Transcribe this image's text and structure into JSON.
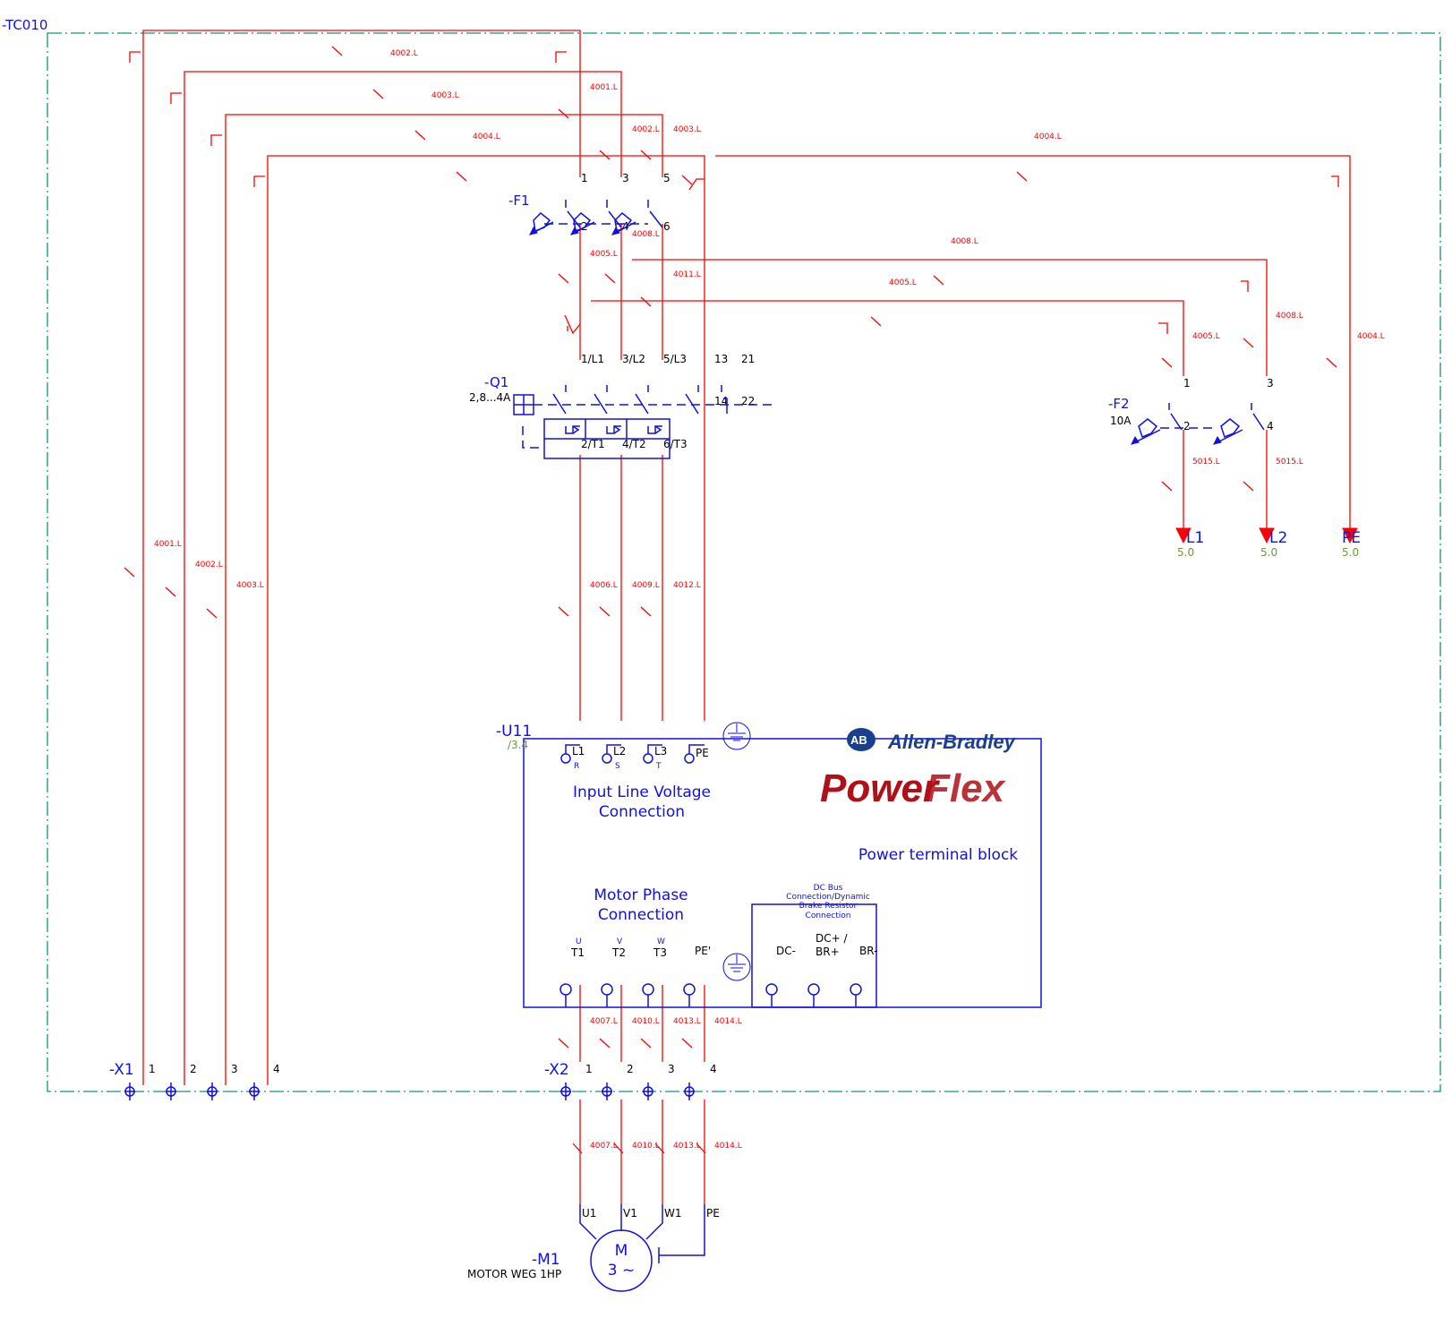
{
  "enclosure": {
    "label": "-TC010"
  },
  "wire_labels": {
    "w4002_top": "4002.L",
    "w4003_top": "4003.L",
    "w4004_top": "4004.L",
    "w4001_drop": "4001.L",
    "w4002_drop": "4002.L",
    "w4003_drop": "4003.L",
    "w4004_right": "4004.L",
    "w4004_pe": "4004.L",
    "w4008_a": "4008.L",
    "w4008_b": "4008.L",
    "w4008_c": "4008.L",
    "w4005_a": "4005.L",
    "w4005_b": "4005.L",
    "w4005_c": "4005.L",
    "w4011": "4011.L",
    "w5015_a": "5015.L",
    "w5015_b": "5015.L",
    "w4001_left": "4001.L",
    "w4002_left": "4002.L",
    "w4003_left": "4003.L",
    "w4006": "4006.L",
    "w4009": "4009.L",
    "w4012": "4012.L",
    "w4007_a": "4007.L",
    "w4010_a": "4010.L",
    "w4013_a": "4013.L",
    "w4014_a": "4014.L",
    "w4007_b": "4007.L",
    "w4010_b": "4010.L",
    "w4013_b": "4013.L",
    "w4014_b": "4014.L"
  },
  "f1": {
    "tag": "-F1",
    "t1": "1",
    "t3": "3",
    "t5": "5",
    "t2": "2",
    "t4": "4",
    "t6": "6"
  },
  "q1": {
    "tag": "-Q1",
    "rating": "2,8...4A",
    "l1": "1/L1",
    "l2": "3/L2",
    "l3": "5/L3",
    "a13": "13",
    "a21": "21",
    "a14": "14",
    "a22": "22",
    "t1": "2/T1",
    "t2": "4/T2",
    "t3": "6/T3"
  },
  "f2": {
    "tag": "-F2",
    "rating": "10A",
    "t1": "1",
    "t3": "3",
    "t2": "2",
    "t4": "4"
  },
  "outputs": [
    {
      "name": "L1",
      "ref": "5.0"
    },
    {
      "name": "L2",
      "ref": "5.0"
    },
    {
      "name": "PE",
      "ref": "5.0"
    }
  ],
  "drive": {
    "tag": "-U11",
    "ref": "/3.4",
    "brand": "Allen-Bradley",
    "logo_text": "AB",
    "product": "Power",
    "product2": "Flex",
    "in_l1": "L1",
    "in_l2": "L2",
    "in_l3": "L3",
    "in_pe": "PE",
    "in_r": "R",
    "in_s": "S",
    "in_t": "T",
    "input_title1": "Input Line Voltage",
    "input_title2": "Connection",
    "block_title": "Power terminal block",
    "motor_title1": "Motor Phase",
    "motor_title2": "Connection",
    "out_u": "U",
    "out_v": "V",
    "out_w": "W",
    "out_t1": "T1",
    "out_t2": "T2",
    "out_t3": "T3",
    "out_pe": "PE'",
    "dc_title1": "DC Bus",
    "dc_title2": "Connection/Dynamic",
    "dc_title3": "Brake Resistor",
    "dc_title4": "Connection",
    "dc_minus": "DC-",
    "dc_plus1": "DC+ /",
    "dc_plus2": "BR+",
    "br_minus": "BR-"
  },
  "x1": {
    "tag": "-X1",
    "terminals": [
      "1",
      "2",
      "3",
      "4"
    ]
  },
  "x2": {
    "tag": "-X2",
    "terminals": [
      "1",
      "2",
      "3",
      "4"
    ]
  },
  "motor": {
    "tag": "-M1",
    "desc": "MOTOR WEG 1HP",
    "m": "M",
    "phase": "3 ~",
    "u1": "U1",
    "v1": "V1",
    "w1": "W1",
    "pe": "PE"
  }
}
